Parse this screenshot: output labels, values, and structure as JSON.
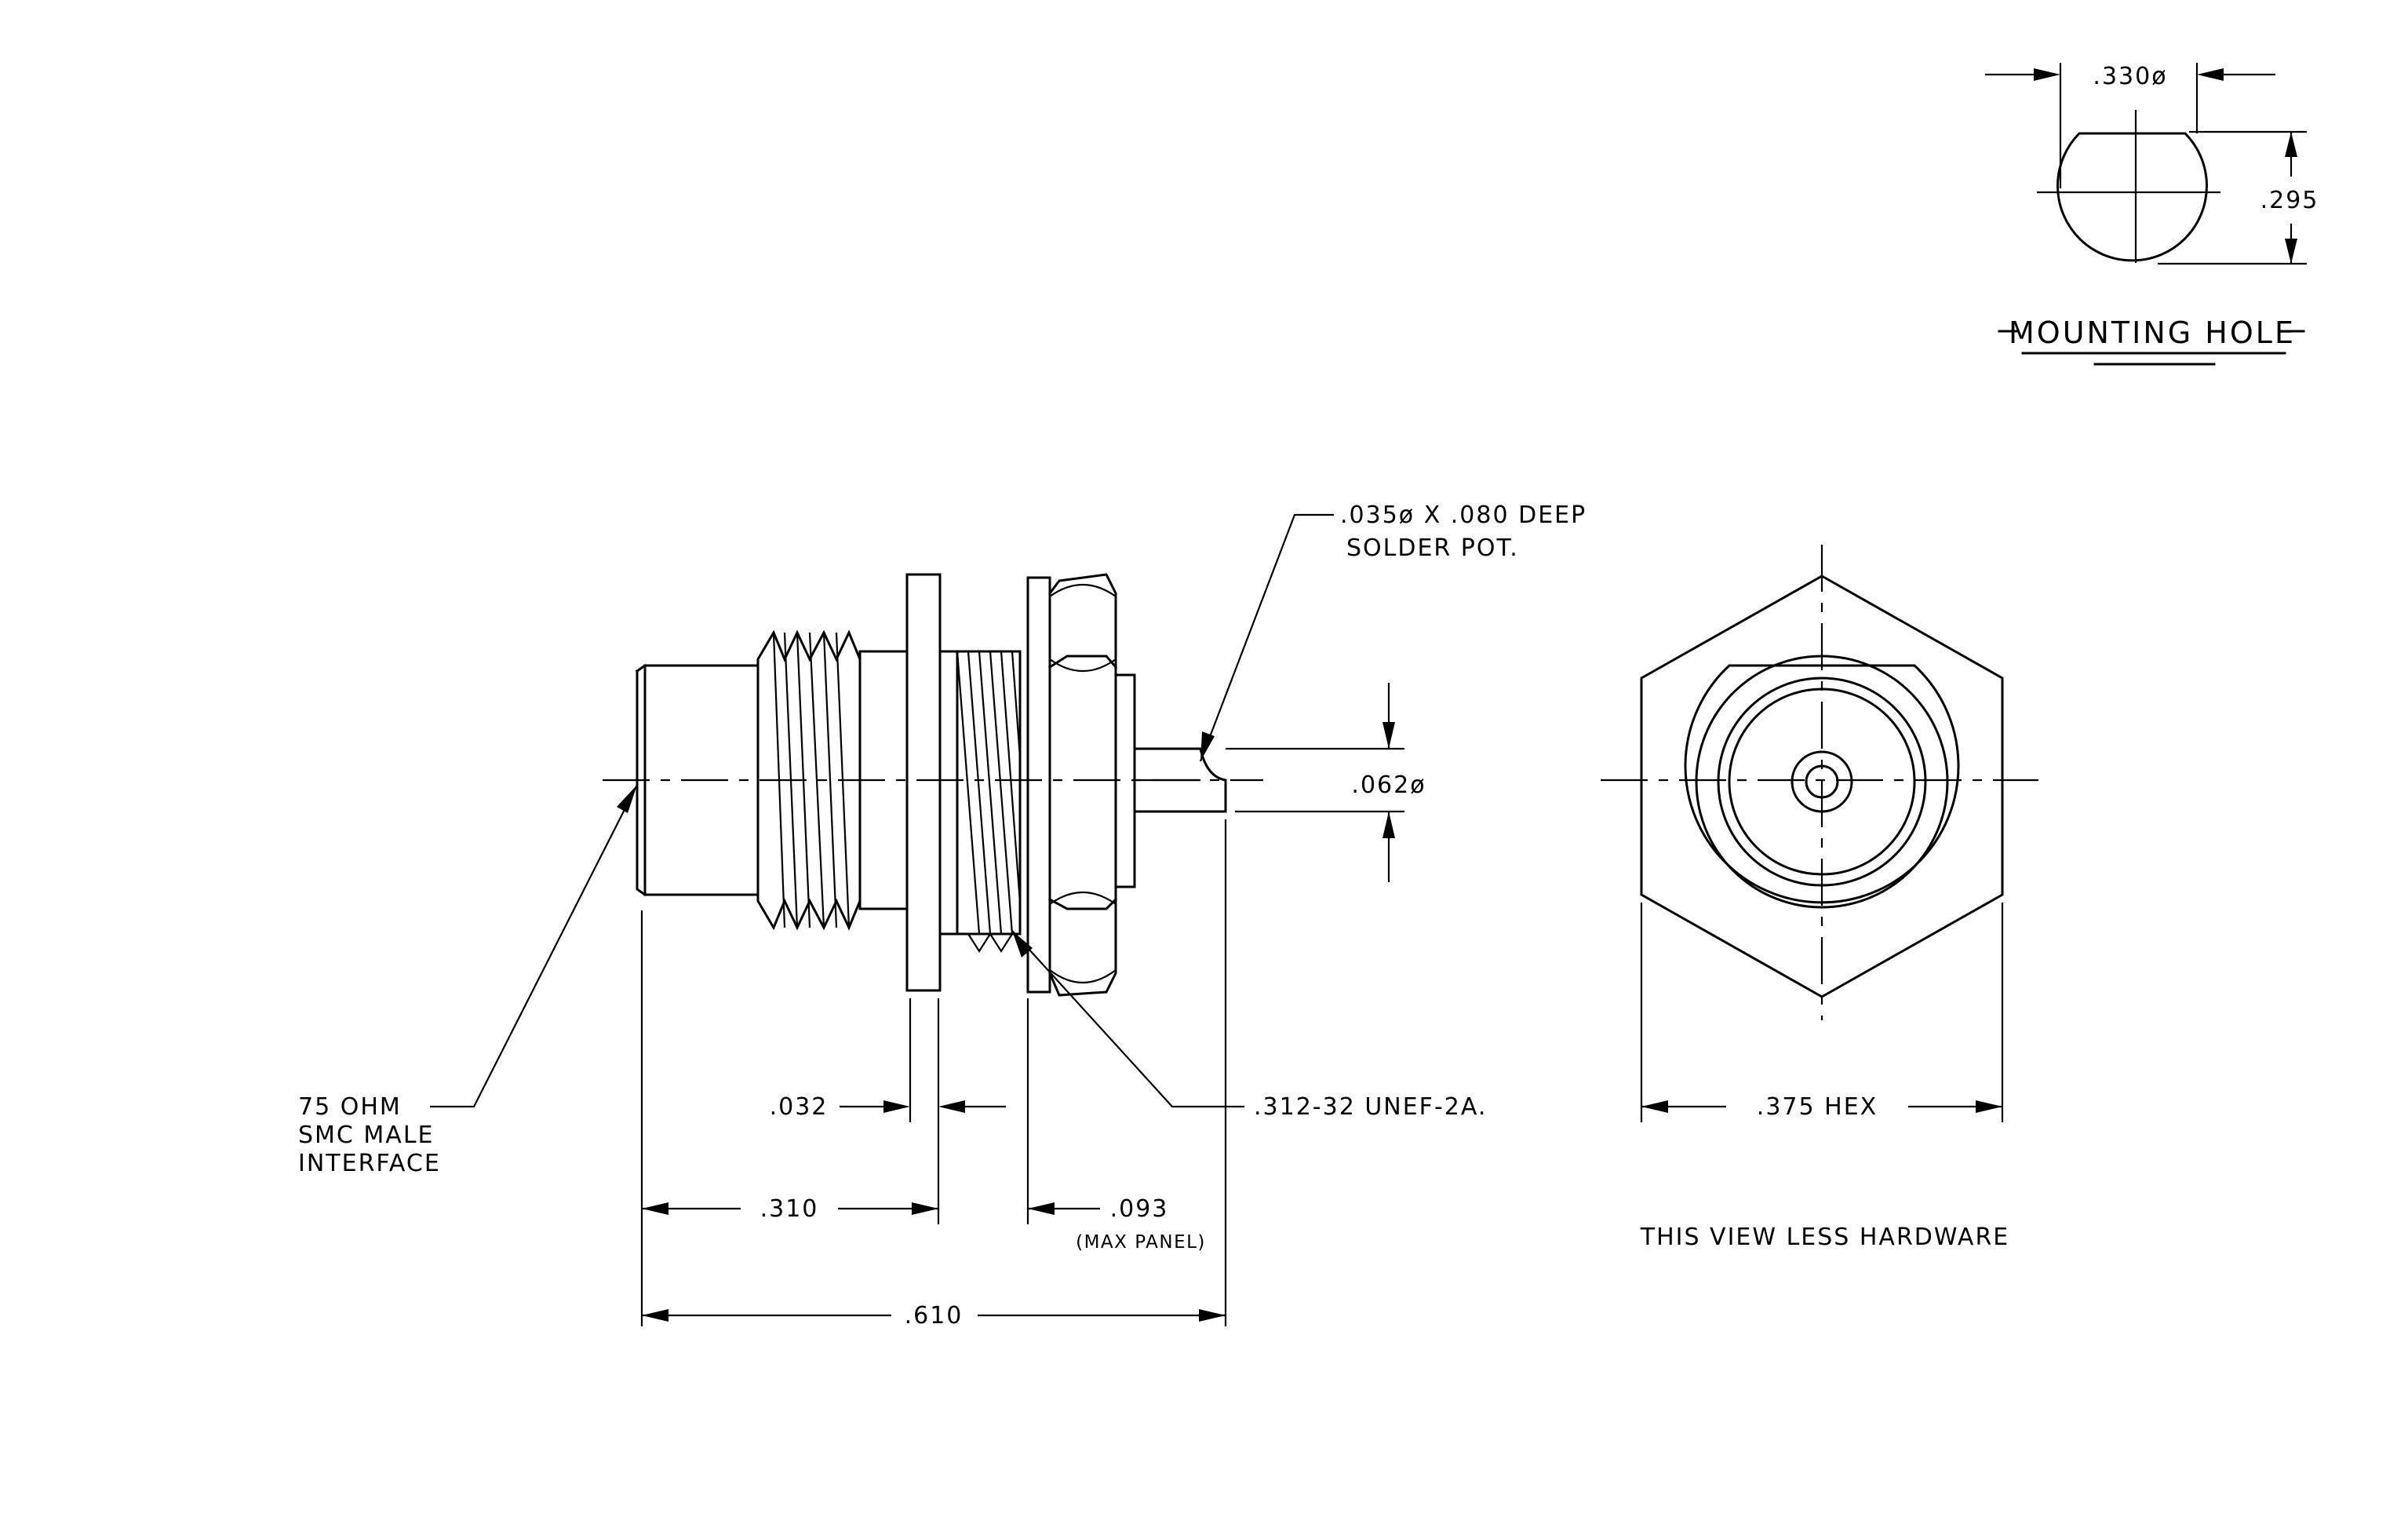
{
  "mounting_hole": {
    "title": "MOUNTING HOLE",
    "dim_width": ".330ø",
    "dim_height": ".295"
  },
  "side_view": {
    "solder_pot_line1": ".035ø X .080 DEEP",
    "solder_pot_line2": "SOLDER POT.",
    "pin_diameter": ".062ø",
    "interface_line1": "75 OHM",
    "interface_line2": "SMC MALE",
    "interface_line3": "INTERFACE",
    "dim_flange": ".032",
    "thread_spec": ".312-32 UNEF-2A.",
    "dim_front": ".310",
    "dim_panel": ".093",
    "dim_panel_note": "(MAX PANEL)",
    "dim_overall": ".610"
  },
  "end_view": {
    "dim_hex": ".375 HEX",
    "note": "THIS VIEW LESS HARDWARE"
  }
}
